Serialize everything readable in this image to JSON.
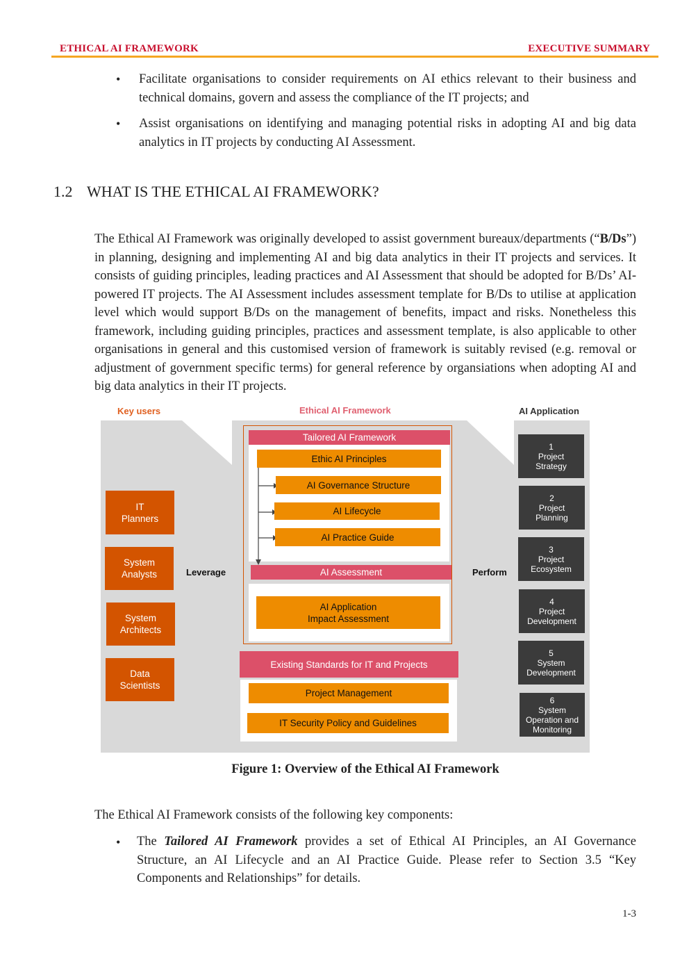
{
  "header": {
    "left": "ETHICAL AI FRAMEWORK",
    "right": "EXECUTIVE SUMMARY"
  },
  "top_bullets": [
    "Facilitate organisations to consider requirements on AI ethics relevant to their business and technical domains, govern and assess the compliance of the IT projects; and",
    "Assist organisations on identifying and managing potential risks in adopting AI and big data analytics in IT projects by conducting AI Assessment."
  ],
  "section": {
    "number": "1.2",
    "title": "WHAT IS THE ETHICAL AI FRAMEWORK?"
  },
  "intro": {
    "p_before": "The Ethical AI Framework was originally developed to assist government bureaux/departments (“",
    "p_bold": "B/Ds",
    "p_after": "”) in planning, designing and implementing AI and big data analytics in their IT projects and services. It consists of guiding principles, leading practices and AI Assessment that should be adopted for B/Ds’ AI-powered IT projects. The AI Assessment includes assessment template for B/Ds to utilise at application level which would support B/Ds on the management of benefits, impact and risks. Nonetheless this framework, including guiding principles, practices and assessment template, is also applicable to other organisations in general and this customised version of framework is suitably revised (e.g. removal or adjustment of government specific terms) for general reference by organsiations when adopting AI and big data analytics in their IT projects."
  },
  "figure": {
    "key_users_title": "Key users",
    "framework_title": "Ethical AI Framework",
    "application_title": "AI Application",
    "leverage": "Leverage",
    "perform": "Perform",
    "key_users": [
      "IT\nPlanners",
      "System\nAnalysts",
      "System\nArchitects",
      "Data\nScientists"
    ],
    "tailored": "Tailored AI Framework",
    "principles": "Ethic AI Principles",
    "governance": "AI Governance Structure",
    "lifecycle": "AI Lifecycle",
    "practice": "AI Practice Guide",
    "assessment": "AI Assessment",
    "impact": "AI Application\nImpact Assessment",
    "existing": "Existing Standards for IT and Projects",
    "pm": "Project Management",
    "security": "IT Security Policy and Guidelines",
    "stages": [
      "1\nProject\nStrategy",
      "2\nProject\nPlanning",
      "3\nProject\nEcosystem",
      "4\nProject\nDevelopment",
      "5\nSystem\nDevelopment",
      "6\nSystem\nOperation and\nMonitoring"
    ],
    "caption": "Figure 1: Overview of the Ethical AI Framework",
    "colors": {
      "key_user_box": "#d35400",
      "stage_box": "#3b3b3b",
      "pink_bar": "#dc5069",
      "amber_bar": "#ee8c00",
      "panel": "#d9d9d9",
      "title_orange": "#e06020"
    }
  },
  "components": {
    "lead": "The Ethical AI Framework consists of the following key components:",
    "bullet_pre": "The ",
    "bullet_bold": "Tailored AI Framework",
    "bullet_post": " provides a set of Ethical AI Principles, an AI Governance Structure, an AI Lifecycle and an AI Practice Guide. Please refer to Section 3.5 “Key Components and Relationships” for details."
  },
  "page_number": "1-3"
}
